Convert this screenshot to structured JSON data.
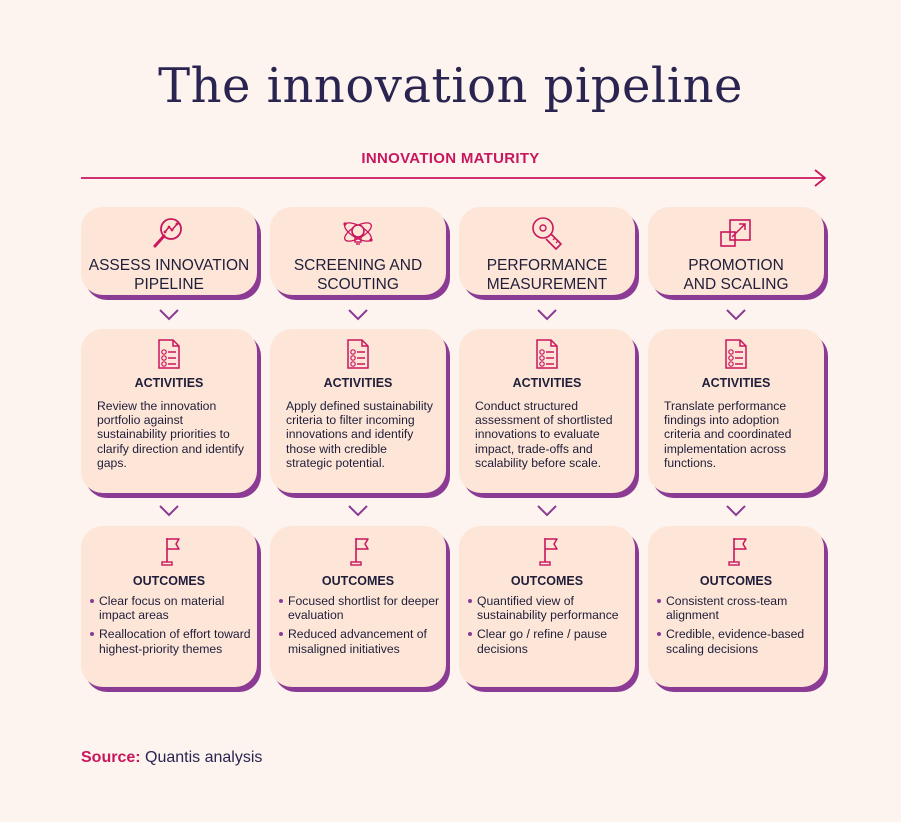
{
  "title": "The innovation pipeline",
  "maturity_label": "INNOVATION MATURITY",
  "activities_heading": "ACTIVITIES",
  "outcomes_heading": "OUTCOMES",
  "colors": {
    "accent": "#c8175d",
    "purple": "#8b3b93",
    "card": "#fde6d7",
    "background": "#fdf3ef",
    "text": "#1f1d3a"
  },
  "stages": [
    {
      "icon": "magnifier-chart-icon",
      "title_line1": "ASSESS INNOVATION",
      "title_line2": "PIPELINE",
      "activity": "Review the innovation portfolio against sustainability priorities to clarify direction and identify gaps.",
      "outcomes": [
        "Clear focus on material impact areas",
        "Reallocation of effort toward highest-priority themes"
      ]
    },
    {
      "icon": "lightbulb-orbit-icon",
      "title_line1": "SCREENING AND",
      "title_line2": "SCOUTING",
      "activity": "Apply defined sustainability criteria to filter incoming innovations and identify those with credible strategic potential.",
      "outcomes": [
        "Focused shortlist for deeper evaluation",
        "Reduced advancement of misaligned initiatives"
      ]
    },
    {
      "icon": "measuring-tape-icon",
      "title_line1": "PERFORMANCE",
      "title_line2": "MEASUREMENT",
      "activity": "Conduct structured assessment of shortlisted innovations to evaluate impact, trade-offs and scalability before scale.",
      "outcomes": [
        "Quantified view of sustainability performance",
        "Clear go / refine / pause decisions"
      ]
    },
    {
      "icon": "scale-up-icon",
      "title_line1": "PROMOTION",
      "title_line2": "AND SCALING",
      "activity": "Translate performance findings into adoption criteria and coordinated implementation across functions.",
      "outcomes": [
        "Consistent cross-team alignment",
        "Credible, evidence-based scaling decisions"
      ]
    }
  ],
  "source": {
    "label": "Source:",
    "text": " Quantis analysis"
  }
}
